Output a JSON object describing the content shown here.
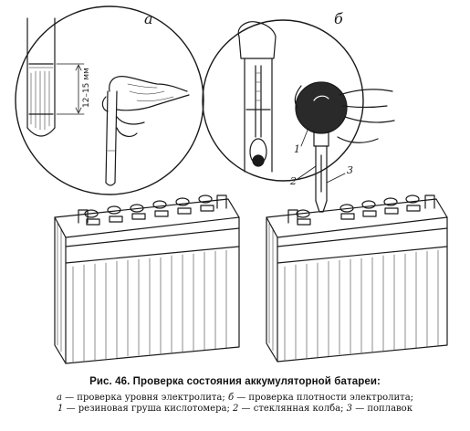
{
  "panel_a": {
    "letter": "а",
    "measure_label": "12–15 мм"
  },
  "panel_b": {
    "letter": "б",
    "callouts": [
      "1",
      "2",
      "3"
    ]
  },
  "caption": {
    "title": "Рис. 46. Проверка состояния аккумуляторной батареи:",
    "line1": [
      {
        "key": "а",
        "text": " — проверка уровня электролита; "
      },
      {
        "key": "б",
        "text": " — проверка плотности электролита;"
      }
    ],
    "line2": [
      {
        "key": "1",
        "text": " — резиновая груша кислотомера; "
      },
      {
        "key": "2",
        "text": " — стеклянная колба; "
      },
      {
        "key": "3",
        "text": " — поплавок"
      }
    ]
  }
}
